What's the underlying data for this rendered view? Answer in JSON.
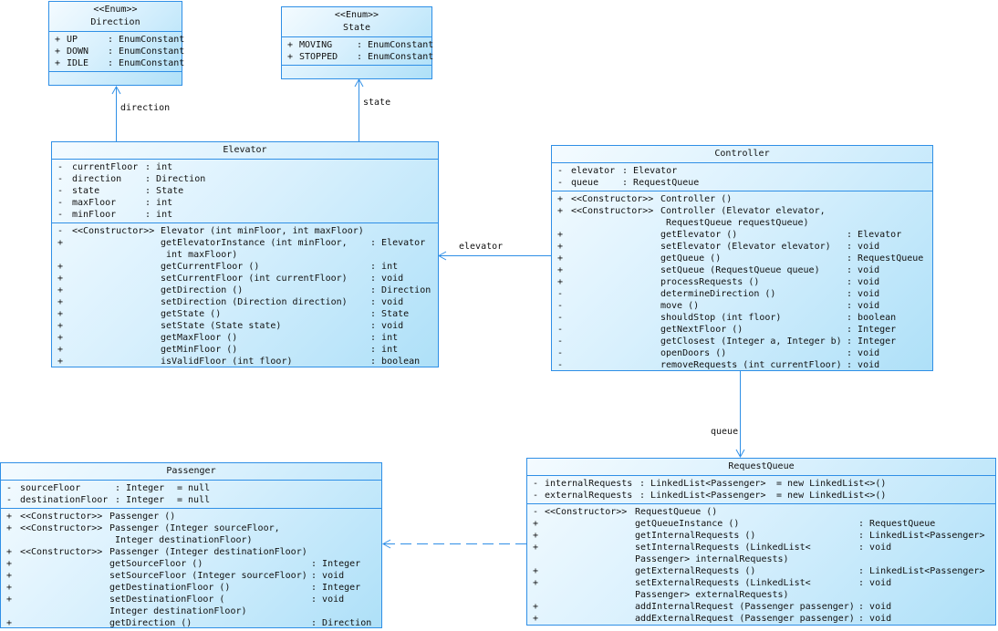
{
  "classes": {
    "direction": {
      "stereotype": "<<Enum>>",
      "name": "Direction",
      "attributes": [
        [
          "+",
          "UP",
          "EnumConstant"
        ],
        [
          "+",
          "DOWN",
          "EnumConstant"
        ],
        [
          "+",
          "IDLE",
          "EnumConstant"
        ]
      ],
      "operations": []
    },
    "state": {
      "stereotype": "<<Enum>>",
      "name": "State",
      "attributes": [
        [
          "+",
          "MOVING",
          "EnumConstant"
        ],
        [
          "+",
          "STOPPED",
          "EnumConstant"
        ]
      ],
      "operations": []
    },
    "elevator": {
      "name": "Elevator",
      "attributes": [
        [
          "-",
          "currentFloor",
          "int"
        ],
        [
          "-",
          "direction",
          "Direction"
        ],
        [
          "-",
          "state",
          "State"
        ],
        [
          "-",
          "maxFloor",
          "int"
        ],
        [
          "-",
          "minFloor",
          "int"
        ]
      ],
      "operations": [
        [
          "-",
          "<<Constructor>>",
          "Elevator (int minFloor, int maxFloor)",
          ""
        ],
        [
          "+",
          "",
          "getElevatorInstance (int minFloor,",
          "Elevator"
        ],
        [
          "",
          "",
          " int maxFloor)",
          ""
        ],
        [
          "+",
          "",
          "getCurrentFloor ()",
          "int"
        ],
        [
          "+",
          "",
          "setCurrentFloor (int currentFloor)",
          "void"
        ],
        [
          "+",
          "",
          "getDirection ()",
          "Direction"
        ],
        [
          "+",
          "",
          "setDirection (Direction direction)",
          "void"
        ],
        [
          "+",
          "",
          "getState ()",
          "State"
        ],
        [
          "+",
          "",
          "setState (State state)",
          "void"
        ],
        [
          "+",
          "",
          "getMaxFloor ()",
          "int"
        ],
        [
          "+",
          "",
          "getMinFloor ()",
          "int"
        ],
        [
          "+",
          "",
          "isValidFloor (int floor)",
          "boolean"
        ]
      ]
    },
    "controller": {
      "name": "Controller",
      "attributes": [
        [
          "-",
          "elevator",
          "Elevator"
        ],
        [
          "-",
          "queue",
          "RequestQueue"
        ]
      ],
      "operations": [
        [
          "+",
          "<<Constructor>>",
          "Controller ()",
          ""
        ],
        [
          "+",
          "<<Constructor>>",
          "Controller (Elevator elevator,",
          ""
        ],
        [
          "",
          "",
          " RequestQueue requestQueue)",
          ""
        ],
        [
          "+",
          "",
          "getElevator ()",
          "Elevator"
        ],
        [
          "+",
          "",
          "setElevator (Elevator elevator)",
          "void"
        ],
        [
          "+",
          "",
          "getQueue ()",
          "RequestQueue"
        ],
        [
          "+",
          "",
          "setQueue (RequestQueue queue)",
          "void"
        ],
        [
          "+",
          "",
          "processRequests ()",
          "void"
        ],
        [
          "-",
          "",
          "determineDirection ()",
          "void"
        ],
        [
          "-",
          "",
          "move ()",
          "void"
        ],
        [
          "-",
          "",
          "shouldStop (int floor)",
          "boolean"
        ],
        [
          "-",
          "",
          "getNextFloor ()",
          "Integer"
        ],
        [
          "-",
          "",
          "getClosest (Integer a, Integer b)",
          "Integer"
        ],
        [
          "-",
          "",
          "openDoors ()",
          "void"
        ],
        [
          "-",
          "",
          "removeRequests (int currentFloor)",
          "void"
        ]
      ]
    },
    "requestqueue": {
      "name": "RequestQueue",
      "attributes": [
        [
          "-",
          "internalRequests",
          "LinkedList<Passenger>",
          "= new LinkedList<>()"
        ],
        [
          "-",
          "externalRequests",
          "LinkedList<Passenger>",
          "= new LinkedList<>()"
        ]
      ],
      "operations": [
        [
          "-",
          "<<Constructor>>",
          "RequestQueue ()",
          ""
        ],
        [
          "+",
          "",
          "getQueueInstance ()",
          "RequestQueue"
        ],
        [
          "+",
          "",
          "getInternalRequests ()",
          "LinkedList<Passenger>"
        ],
        [
          "+",
          "",
          "setInternalRequests (LinkedList<",
          "void"
        ],
        [
          "",
          "",
          "Passenger> internalRequests)",
          ""
        ],
        [
          "+",
          "",
          "getExternalRequests ()",
          "LinkedList<Passenger>"
        ],
        [
          "+",
          "",
          "setExternalRequests (LinkedList<",
          "void"
        ],
        [
          "",
          "",
          "Passenger> externalRequests)",
          ""
        ],
        [
          "+",
          "",
          "addInternalRequest (Passenger passenger)",
          "void"
        ],
        [
          "+",
          "",
          "addExternalRequest (Passenger passenger)",
          "void"
        ]
      ]
    },
    "passenger": {
      "name": "Passenger",
      "attributes": [
        [
          "-",
          "sourceFloor",
          "Integer",
          "= null"
        ],
        [
          "-",
          "destinationFloor",
          "Integer",
          "= null"
        ]
      ],
      "operations": [
        [
          "+",
          "<<Constructor>>",
          "Passenger ()",
          ""
        ],
        [
          "+",
          "<<Constructor>>",
          "Passenger (Integer sourceFloor,",
          ""
        ],
        [
          "",
          "",
          " Integer destinationFloor)",
          ""
        ],
        [
          "+",
          "<<Constructor>>",
          "Passenger (Integer destinationFloor)",
          ""
        ],
        [
          "+",
          "",
          "getSourceFloor ()",
          "Integer"
        ],
        [
          "+",
          "",
          "setSourceFloor (Integer sourceFloor)",
          "void"
        ],
        [
          "+",
          "",
          "getDestinationFloor ()",
          "Integer"
        ],
        [
          "+",
          "",
          "setDestinationFloor (",
          "void"
        ],
        [
          "",
          "",
          "Integer destinationFloor)",
          ""
        ],
        [
          "+",
          "",
          "getDirection ()",
          "Direction"
        ]
      ]
    }
  },
  "associations": {
    "direction_label": "direction",
    "state_label": "state",
    "elevator_label": "elevator",
    "queue_label": "queue"
  },
  "colors": {
    "border": "#2f8fe6",
    "fill_light": "#f4fbff",
    "fill_dark": "#aee0f8"
  }
}
